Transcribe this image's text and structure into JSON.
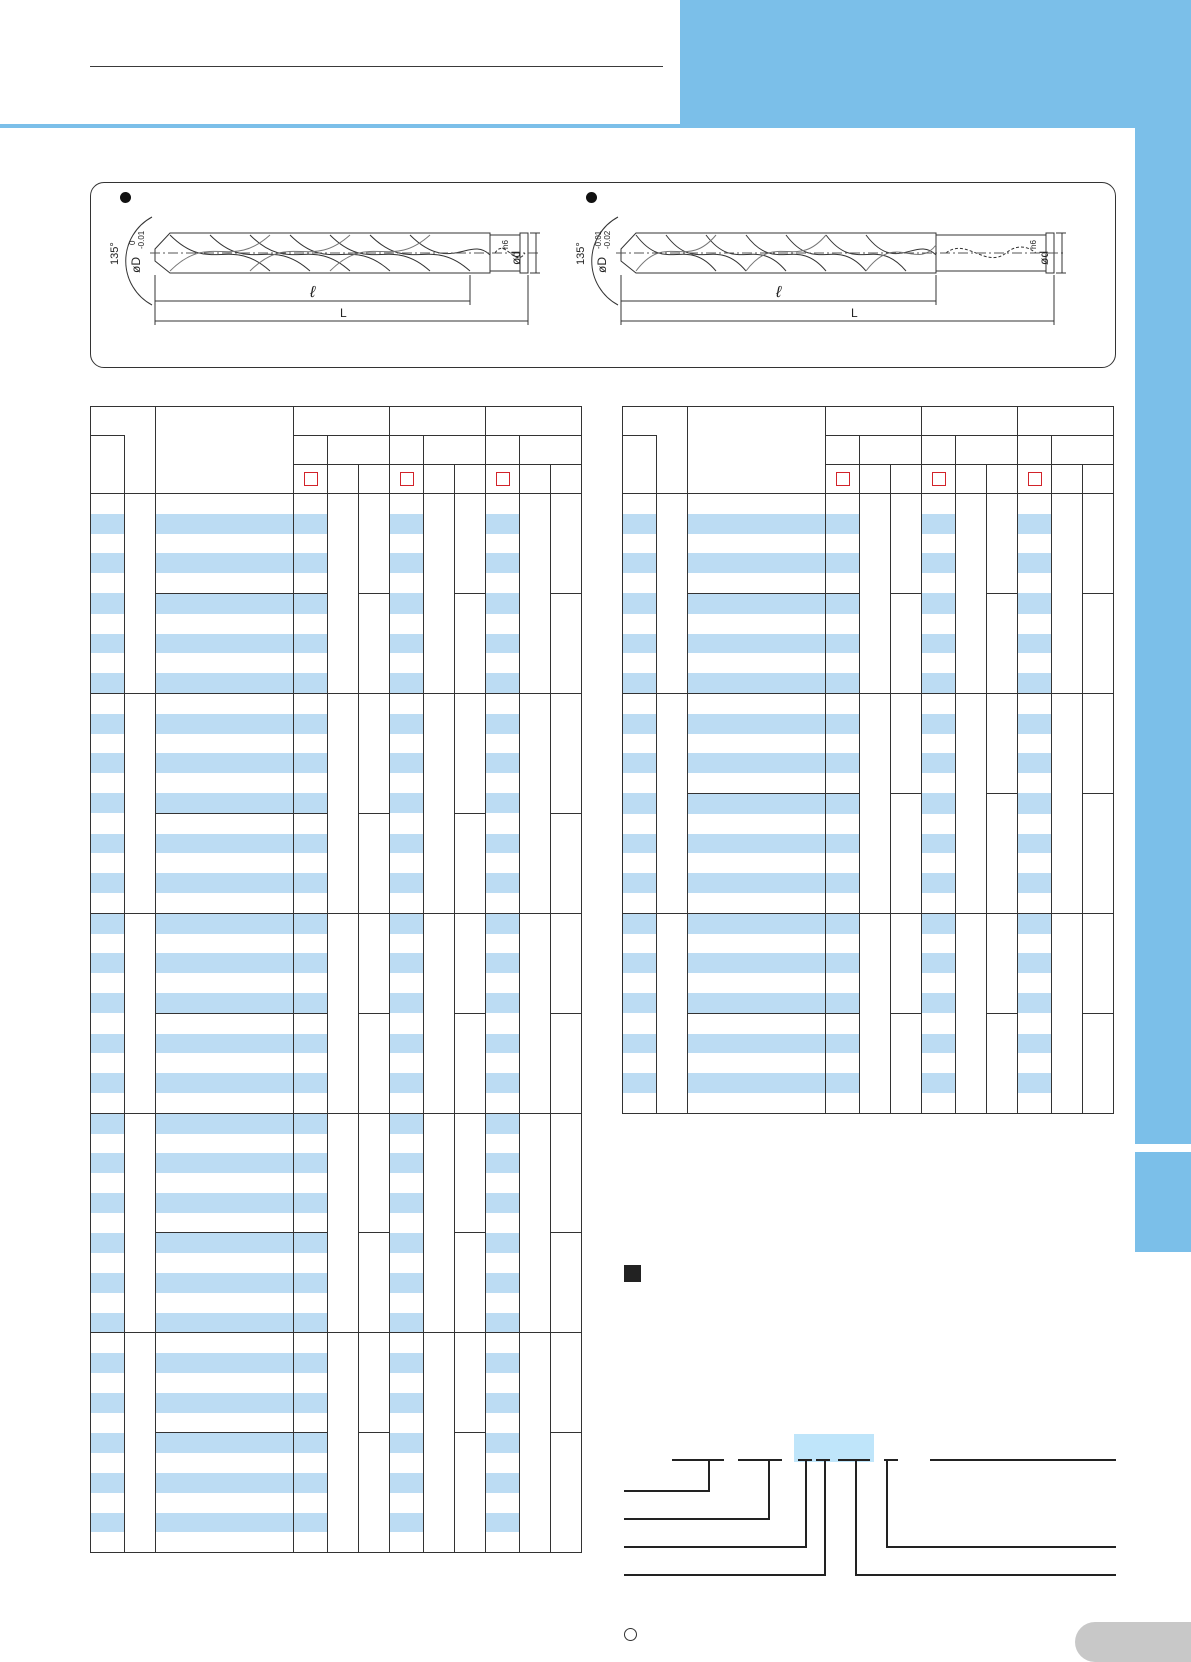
{
  "drawing": {
    "left": {
      "angle": "135°",
      "diameter_label": "øD",
      "tol_upper": "0",
      "tol_lower": "-0.01",
      "shank_label": "ød",
      "shank_tol": "h6",
      "flute_length_label": "ℓ",
      "overall_length_label": "L"
    },
    "right": {
      "angle": "135°",
      "diameter_label": "øD",
      "tol_upper": "-0.01",
      "tol_lower": "-0.02",
      "shank_label": "ød",
      "shank_tol": "h6",
      "flute_length_label": "ℓ",
      "overall_length_label": "L"
    }
  },
  "colors": {
    "accent_blue": "#7bbfe9",
    "row_stripe": "#bcdcf3",
    "checkbox_red": "#d2232a",
    "code_highlight": "#bfe5fa",
    "page_pill": "#c8c8c8"
  },
  "icons": [
    "bullet-dot-icon",
    "checkbox-icon",
    "filled-square-icon",
    "circle-mark-icon"
  ]
}
